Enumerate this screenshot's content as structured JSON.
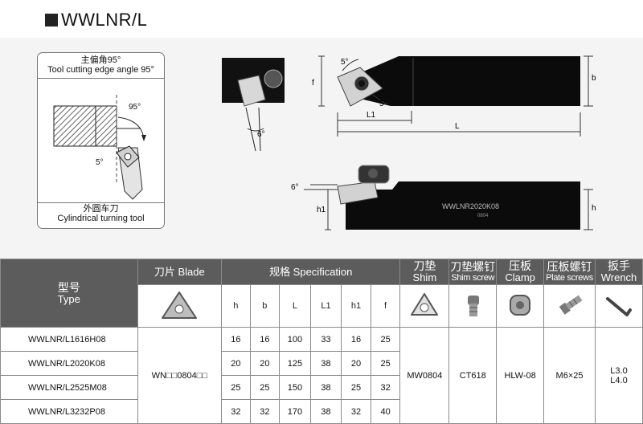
{
  "header": {
    "title": "WWLNR/L"
  },
  "callout": {
    "top_cn": "主偏角95°",
    "top_en": "Tool cutting edge angle 95°",
    "bottom_cn": "外圆车刀",
    "bottom_en": "Cylindrical turning tool",
    "angle_95": "95°",
    "angle_5": "5°"
  },
  "drawing": {
    "angle_6_side": "6°",
    "angle_5_top": "5°",
    "angle_5_bottom": "5°",
    "label_f": "f",
    "label_L1": "L1",
    "label_L": "L",
    "label_b": "b",
    "angle_6_front": "6°",
    "label_h1": "h1",
    "label_h": "h",
    "engraving": "WWLNR2020K08",
    "engraving_small": "0804"
  },
  "table": {
    "headers": {
      "type_cn": "型号",
      "type_en": "Type",
      "blade": "刀片 Blade",
      "spec": "规格 Specification",
      "shim_cn": "刀垫",
      "shim_en": "Shim",
      "shim_screw_cn": "刀垫螺钉",
      "shim_screw_en": "Shim screw",
      "clamp_cn": "压板",
      "clamp_en": "Clamp",
      "plate_screw_cn": "压板螺钉",
      "plate_screw_en": "Plate screws",
      "wrench_cn": "扳手",
      "wrench_en": "Wrench"
    },
    "spec_columns": [
      "h",
      "b",
      "L",
      "L1",
      "h1",
      "f"
    ],
    "rows": [
      {
        "type": "WWLNR/L1616H08",
        "h": "16",
        "b": "16",
        "L": "100",
        "L1": "33",
        "h1": "16",
        "f": "25"
      },
      {
        "type": "WWLNR/L2020K08",
        "h": "20",
        "b": "20",
        "L": "125",
        "L1": "38",
        "h1": "20",
        "f": "25"
      },
      {
        "type": "WWLNR/L2525M08",
        "h": "25",
        "b": "25",
        "L": "150",
        "L1": "38",
        "h1": "25",
        "f": "32"
      },
      {
        "type": "WWLNR/L3232P08",
        "h": "32",
        "b": "32",
        "L": "170",
        "L1": "38",
        "h1": "32",
        "f": "40"
      }
    ],
    "blade_value": "WN□□0804□□",
    "shim_value": "MW0804",
    "shim_screw_value": "CT618",
    "clamp_value": "HLW-08",
    "plate_screw_value": "M6×25",
    "wrench_value_1": "L3.0",
    "wrench_value_2": "L4.0"
  },
  "icons": [
    "insert-icon",
    "shim-icon",
    "screw-icon",
    "clamp-icon",
    "plate-screw-icon",
    "wrench-icon"
  ]
}
